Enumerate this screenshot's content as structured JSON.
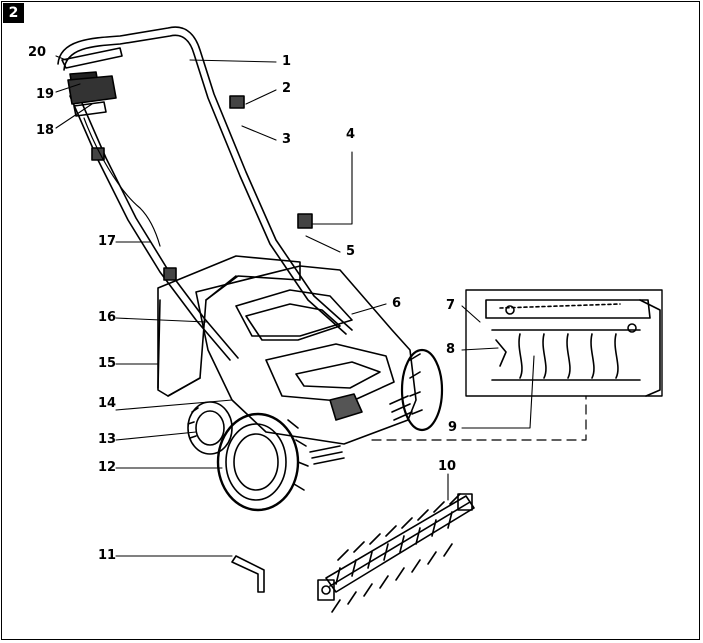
{
  "figure_number": "2",
  "callouts": [
    {
      "id": "c1",
      "text": "1"
    },
    {
      "id": "c2",
      "text": "2"
    },
    {
      "id": "c3",
      "text": "3"
    },
    {
      "id": "c4",
      "text": "4"
    },
    {
      "id": "c5",
      "text": "5"
    },
    {
      "id": "c6",
      "text": "6"
    },
    {
      "id": "c7",
      "text": "7"
    },
    {
      "id": "c8",
      "text": "8"
    },
    {
      "id": "c9",
      "text": "9"
    },
    {
      "id": "c10",
      "text": "10"
    },
    {
      "id": "c11",
      "text": "11"
    },
    {
      "id": "c12",
      "text": "12"
    },
    {
      "id": "c13",
      "text": "13"
    },
    {
      "id": "c14",
      "text": "14"
    },
    {
      "id": "c15",
      "text": "15"
    },
    {
      "id": "c16",
      "text": "16"
    },
    {
      "id": "c17",
      "text": "17"
    },
    {
      "id": "c18",
      "text": "18"
    },
    {
      "id": "c19",
      "text": "19"
    },
    {
      "id": "c20",
      "text": "20"
    }
  ]
}
